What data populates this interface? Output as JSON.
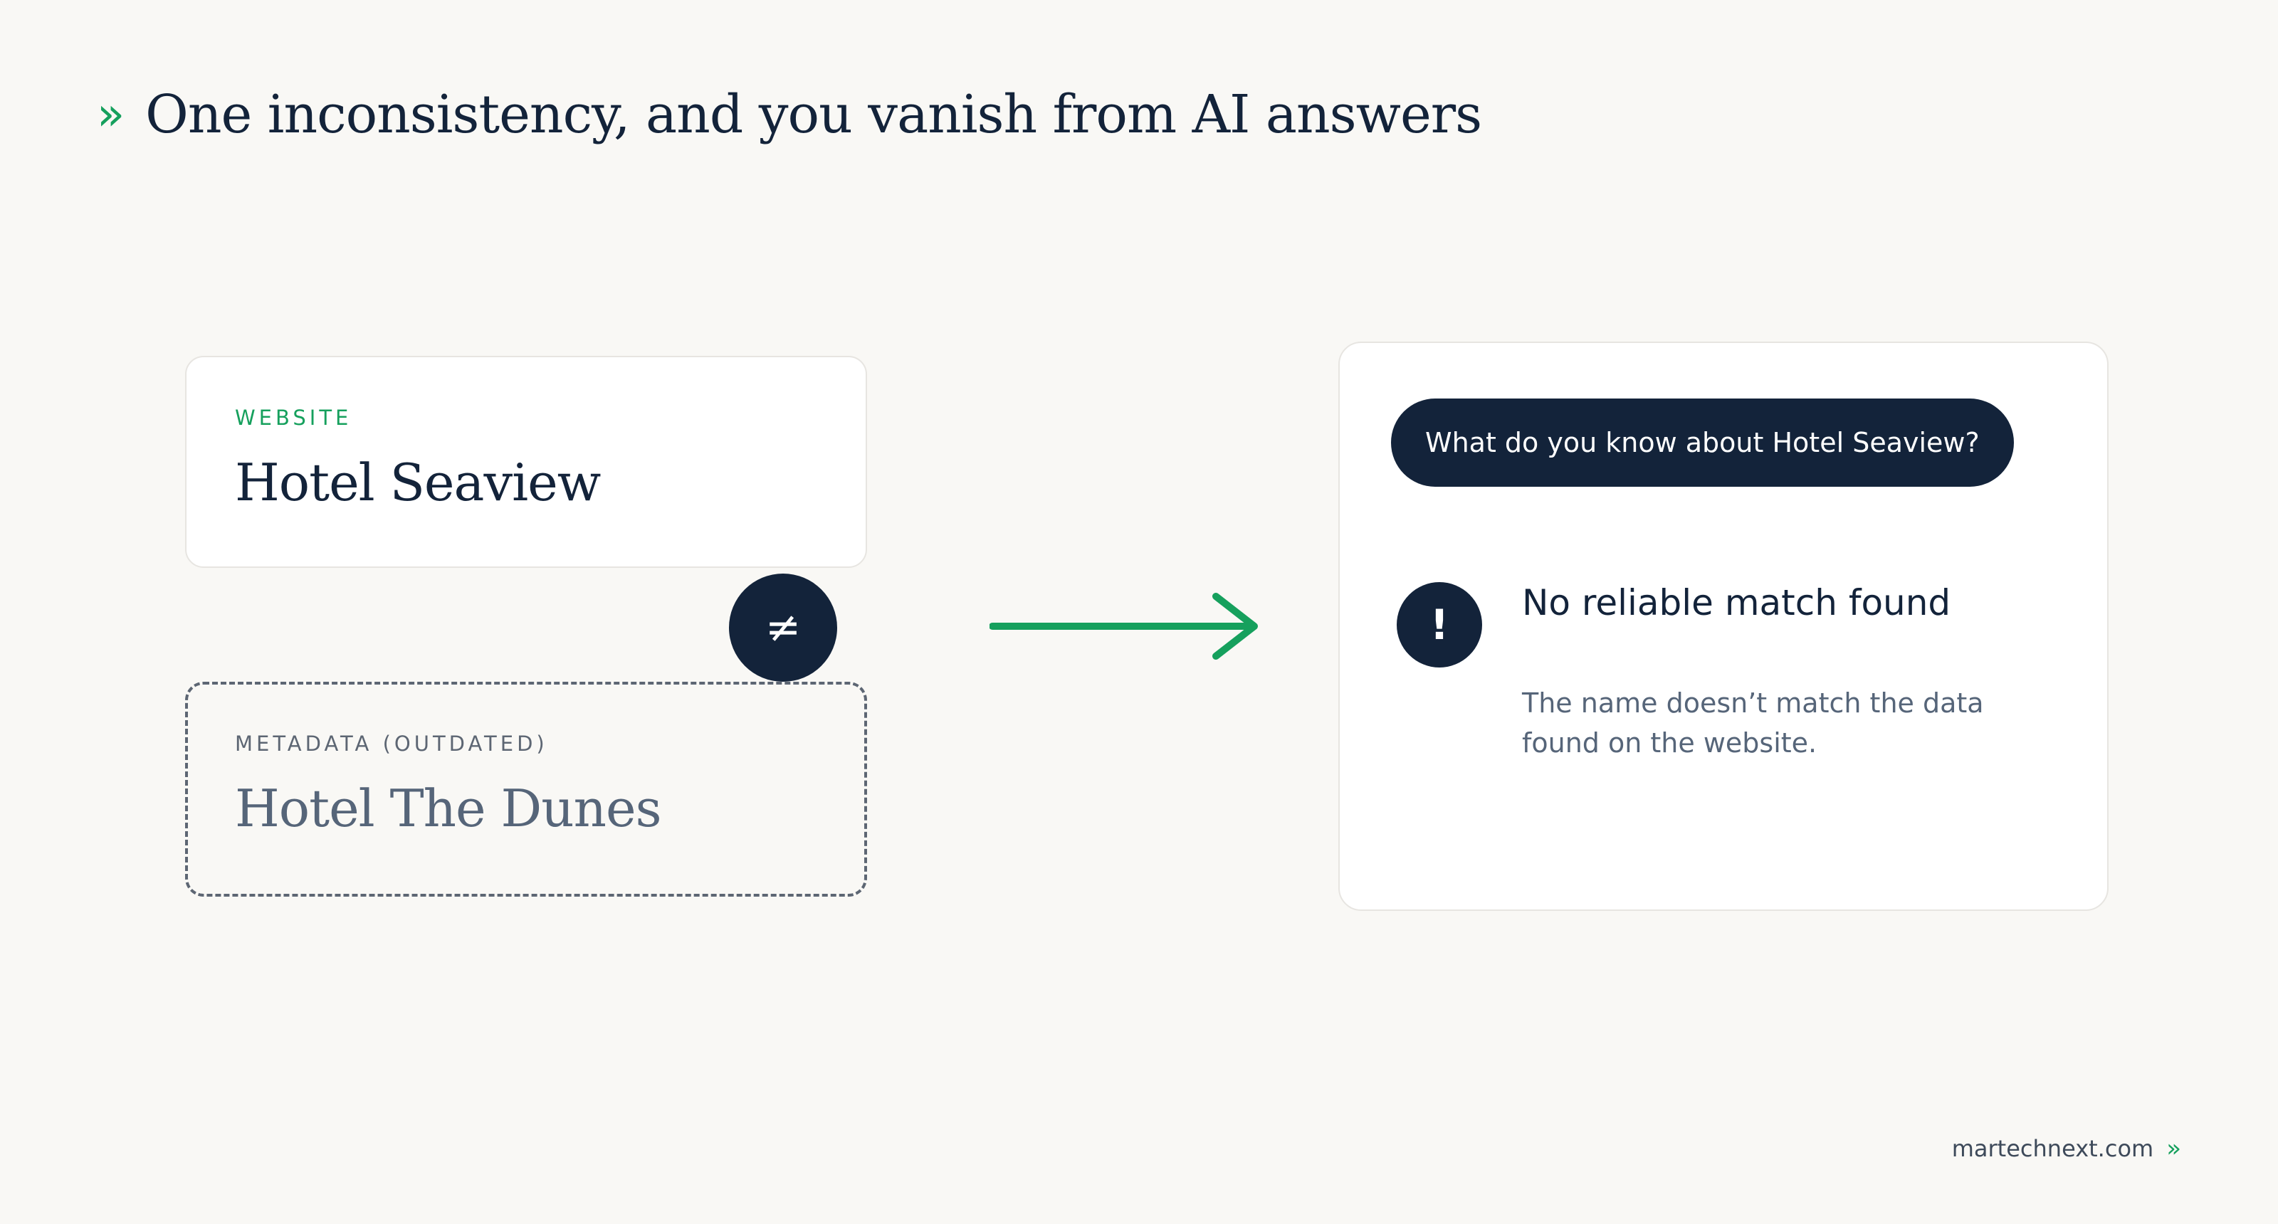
{
  "header": {
    "chevron": "»",
    "title": "One inconsistency, and you vanish from AI answers"
  },
  "website_card": {
    "label": "WEBSITE",
    "name": "Hotel Seaview"
  },
  "mismatch": {
    "symbol": "≠"
  },
  "metadata_card": {
    "label": "METADATA (OUTDATED)",
    "name": "Hotel The Dunes"
  },
  "ai_card": {
    "query": "What do you know about Hotel Seaview?",
    "alert_symbol": "!",
    "result_title": "No reliable match found",
    "result_description": "The name doesn’t match the data found on the website."
  },
  "footer": {
    "site": "martechnext.com",
    "chevron": "»"
  },
  "colors": {
    "background": "#f9f8f5",
    "navy": "#13233a",
    "accent_green": "#16a05d",
    "muted_slate": "#566579",
    "card_border": "#e7e5e1"
  }
}
